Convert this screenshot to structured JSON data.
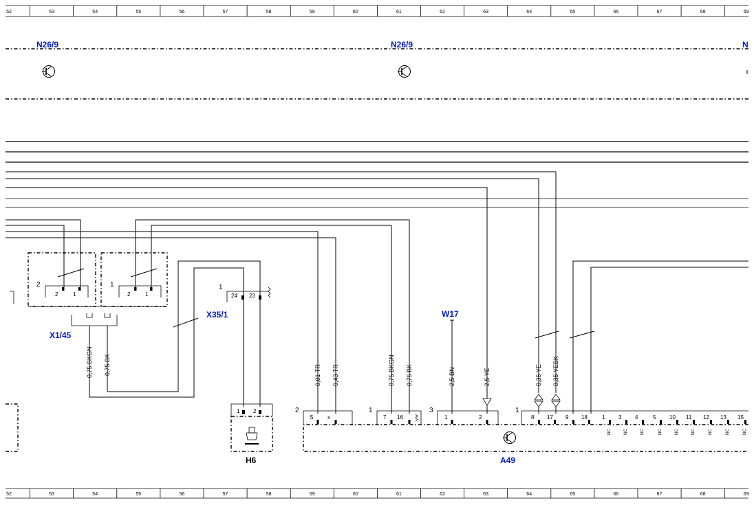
{
  "ruler": {
    "columns": [
      "52",
      "53",
      "54",
      "55",
      "56",
      "57",
      "58",
      "59",
      "60",
      "61",
      "62",
      "63",
      "64",
      "65",
      "66",
      "67",
      "68",
      "69"
    ]
  },
  "components": {
    "n26_left": "N26/9",
    "n26_mid": "N26/9",
    "n26_right": "N",
    "x1_45": "X1/45",
    "x35_1": "X35/1",
    "w17": "W17",
    "h6": "H6",
    "a49": "A49"
  },
  "x1_45_block": {
    "left_num": "2",
    "left_pins": [
      "2",
      "1"
    ],
    "right_num": "1",
    "right_pins": [
      "2",
      "1"
    ]
  },
  "x35_1_block": {
    "num": "1",
    "pins": [
      "24",
      "23"
    ]
  },
  "h6_block": {
    "pins": [
      "1",
      "2"
    ]
  },
  "wires": {
    "w_bkgn_left": "0,75 BKGN",
    "w_bk_left": "0,75 BK",
    "w_tr1": "0,01 TR",
    "w_tr2": "0,43 TR",
    "w_bkgn_mid": "0,75 BKGN",
    "w_bk_mid": "0,75 BK",
    "w_bn": "2,5 BN",
    "w_ye": "2,5 YE",
    "w_ye035": "0,35 YE",
    "w_yebk": "0,35 YEBK"
  },
  "a49_connectors": {
    "c2": {
      "num": "2",
      "pins": [
        "S",
        "x"
      ]
    },
    "c1a": {
      "num": "1",
      "pins": [
        "7",
        "16"
      ]
    },
    "c3": {
      "num": "3",
      "pins": [
        "1",
        "2"
      ]
    },
    "c1b": {
      "num": "1",
      "pins": [
        "8",
        "17",
        "9",
        "18",
        "1",
        "3",
        "4",
        "5",
        "10",
        "11",
        "12",
        "13",
        "15"
      ]
    },
    "nc_label": "NC"
  }
}
